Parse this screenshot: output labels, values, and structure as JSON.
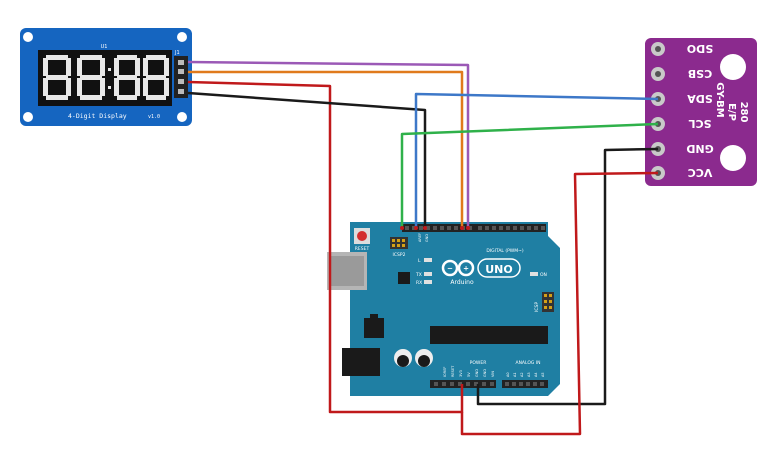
{
  "display_module": {
    "label": "4-Digit Display",
    "version": "v1.0",
    "u1": "U1",
    "j1": "J1",
    "digits": "88:88"
  },
  "sensor_module": {
    "name": "GY-BM E/P 280",
    "name_line1": "GY-BM",
    "name_line2": "E/P",
    "name_line3": "280",
    "pins": [
      "SDO",
      "CSB",
      "SDA",
      "SCL",
      "GND",
      "VCC"
    ]
  },
  "arduino": {
    "logo_text": "UNO",
    "brand": "Arduino",
    "reset": "RESET",
    "icsp2": "ICSP2",
    "icsp": "ICSP",
    "digital_label": "DIGITAL (PWM~)",
    "power_label": "POWER",
    "analog_label": "ANALOG IN",
    "aref": "AREF",
    "gnd": "GND",
    "tx": "TX",
    "rx": "RX",
    "l": "L",
    "on": "ON",
    "power_pins": [
      "IOREF",
      "RESET",
      "3V3",
      "5V",
      "GND",
      "GND",
      "VIN"
    ],
    "analog_pins": [
      "A0",
      "A1",
      "A2",
      "A3",
      "A4",
      "A5"
    ]
  },
  "colors": {
    "wire_red": "#c0191b",
    "wire_black": "#1a1a1a",
    "wire_blue": "#3d78c8",
    "wire_green": "#2fb14a",
    "wire_orange": "#e07a1c",
    "wire_purple": "#9b59b6",
    "board_teal": "#1f7fa3",
    "sensor_purple": "#8b2a8e",
    "display_blue": "#1565c0"
  }
}
